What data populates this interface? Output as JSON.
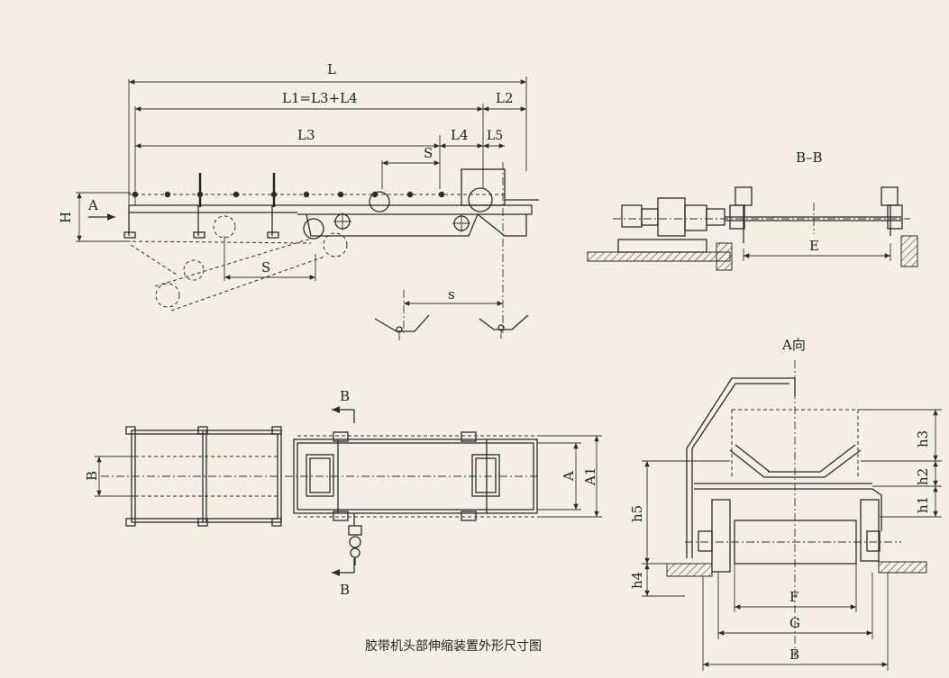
{
  "caption": "胶带机头部伸缩装置外形尺寸图",
  "side_view": {
    "dim_L": "L",
    "dim_L1": "L1=L3+L4",
    "dim_L2": "L2",
    "dim_L3": "L3",
    "dim_L4": "L4",
    "dim_L5": "L5",
    "dim_S_top": "S",
    "dim_S_low": "S",
    "dim_s": "s",
    "dim_H": "H",
    "arrow_A": "A"
  },
  "section_bb": {
    "title": "B–B",
    "dim_E": "E"
  },
  "plan_view": {
    "dim_B": "B",
    "dim_A": "A",
    "dim_A1": "A1",
    "section_mark_top": "B",
    "section_mark_bottom": "B"
  },
  "view_a": {
    "title": "A向",
    "dim_h1": "h1",
    "dim_h2": "h2",
    "dim_h3": "h3",
    "dim_h4": "h4",
    "dim_h5": "h5",
    "dim_F": "F",
    "dim_G": "G",
    "dim_B": "B"
  }
}
